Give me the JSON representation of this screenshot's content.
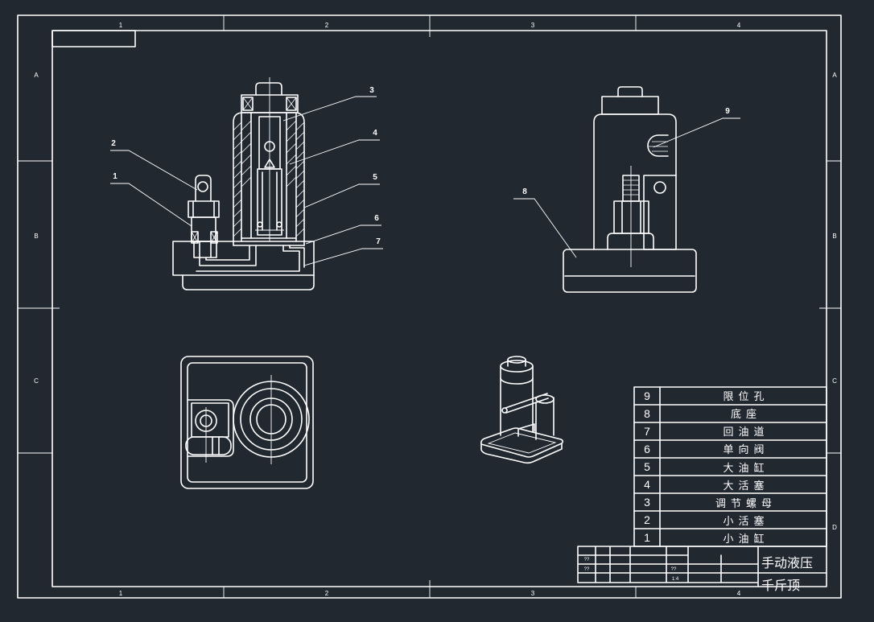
{
  "colors": {
    "background": "#212830",
    "line": "#ffffff"
  },
  "frame": {
    "zones_top": [
      "1",
      "2",
      "3",
      "4"
    ],
    "zones_bottom": [
      "1",
      "2",
      "3",
      "4"
    ],
    "zones_left": [
      "A",
      "B",
      "C"
    ],
    "zones_right": [
      "A",
      "B",
      "C",
      "D"
    ]
  },
  "front_view": {
    "callouts": [
      "1",
      "2",
      "3",
      "4",
      "5",
      "6",
      "7"
    ]
  },
  "side_view": {
    "callouts": [
      "8",
      "9"
    ]
  },
  "parts_list": [
    {
      "no": "9",
      "name": "限位孔"
    },
    {
      "no": "8",
      "name": "底座"
    },
    {
      "no": "7",
      "name": "回油道"
    },
    {
      "no": "6",
      "name": "单向阀"
    },
    {
      "no": "5",
      "name": "大油缸"
    },
    {
      "no": "4",
      "name": "大活塞"
    },
    {
      "no": "3",
      "name": "调节螺母"
    },
    {
      "no": "2",
      "name": "小活塞"
    },
    {
      "no": "1",
      "name": "小油缸"
    }
  ],
  "title_block": {
    "title_line1": "手动液压",
    "title_line2": "千斤顶",
    "cell_a": "??",
    "cell_b": "??",
    "cell_c": "??",
    "scale": "1:4"
  }
}
